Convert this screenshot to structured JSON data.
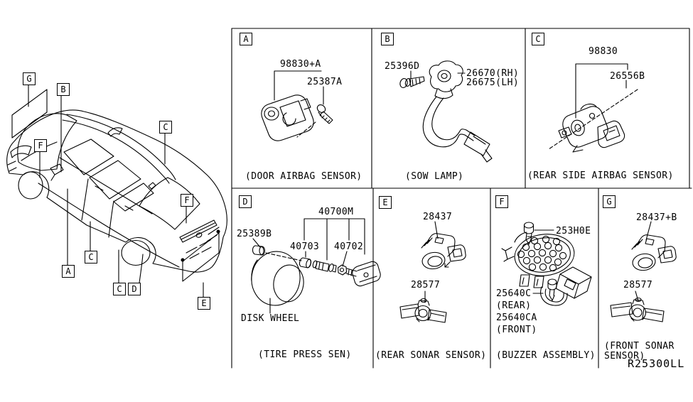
{
  "figure": {
    "ref_code": "R25300LL",
    "car_callouts": [
      {
        "label": "G"
      },
      {
        "label": "B"
      },
      {
        "label": "F"
      },
      {
        "label": "C"
      },
      {
        "label": "F"
      },
      {
        "label": "C"
      },
      {
        "label": "A"
      },
      {
        "label": "C"
      },
      {
        "label": "D"
      },
      {
        "label": "E"
      }
    ],
    "panels": [
      {
        "label": "A",
        "caption": "(DOOR AIRBAG SENSOR)",
        "parts": [
          {
            "text": "98830+A"
          },
          {
            "text": "25387A"
          }
        ]
      },
      {
        "label": "B",
        "caption": "(SOW LAMP)",
        "parts": [
          {
            "text": "25396D"
          },
          {
            "text": "26670(RH)"
          },
          {
            "text": "26675(LH)"
          }
        ]
      },
      {
        "label": "C",
        "caption": "(REAR SIDE AIRBAG SENSOR)",
        "parts": [
          {
            "text": "98830"
          },
          {
            "text": "26556B"
          }
        ]
      },
      {
        "label": "D",
        "caption": "(TIRE PRESS SEN)",
        "parts": [
          {
            "text": "40700M"
          },
          {
            "text": "25389B"
          },
          {
            "text": "40703"
          },
          {
            "text": "40702"
          },
          {
            "text": "DISK WHEEL"
          }
        ]
      },
      {
        "label": "E",
        "caption": "(REAR SONAR SENSOR)",
        "parts": [
          {
            "text": "28437"
          },
          {
            "text": "28577"
          }
        ]
      },
      {
        "label": "F",
        "caption": "(BUZZER ASSEMBLY)",
        "parts": [
          {
            "text": "253H0E"
          },
          {
            "text": "25640C"
          },
          {
            "text": "(REAR)"
          },
          {
            "text": "25640CA"
          },
          {
            "text": "(FRONT)"
          }
        ]
      },
      {
        "label": "G",
        "caption_line1": "(FRONT SONAR",
        "caption_line2": "SENSOR)",
        "parts": [
          {
            "text": "28437+B"
          },
          {
            "text": "28577"
          }
        ]
      }
    ],
    "colors": {
      "line": "#000000",
      "background": "#ffffff"
    }
  }
}
